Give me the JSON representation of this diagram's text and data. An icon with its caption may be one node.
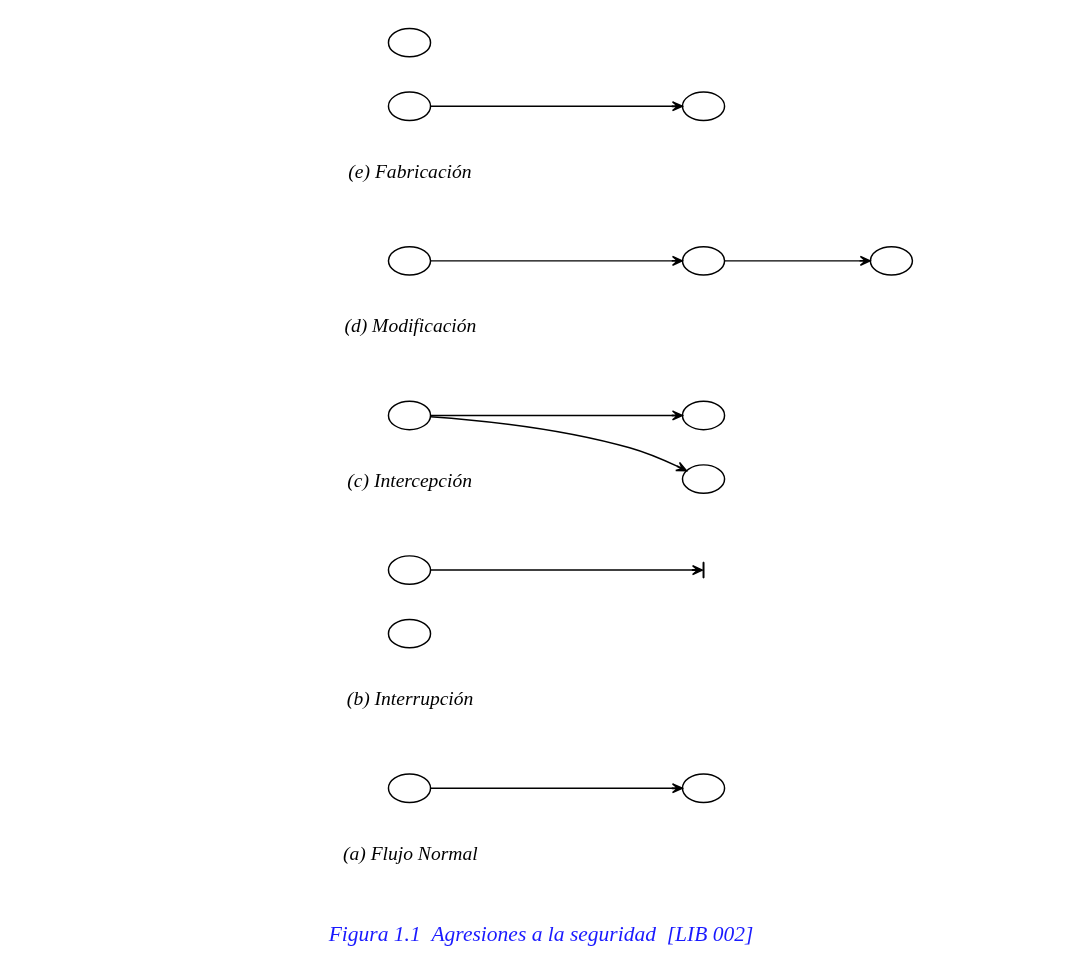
{
  "diagram": {
    "caption": "Figura 1.1  Agresiones a la seguridad  [LIB 002]",
    "nodes": [
      {
        "text": [],
        "shape": "circle"
      },
      {
        "text": [],
        "shape": "circle"
      },
      {
        "text": [],
        "shape": "circle"
      },
      {
        "text": [],
        "shape": "circle"
      },
      {
        "text": [],
        "shape": "circle"
      },
      {
        "text": [],
        "shape": "circle"
      },
      {
        "text": [],
        "shape": "circle"
      },
      {
        "text": [],
        "shape": "circle"
      },
      {
        "text": [],
        "shape": "circle"
      },
      {
        "text": [],
        "shape": "circle"
      },
      {
        "text": [],
        "shape": "circle"
      },
      {
        "text": [],
        "shape": "circle"
      },
      {
        "text": [],
        "shape": "circle"
      }
    ],
    "edges": [
      {
        "from": 0,
        "to": 1,
        "arrow": "to"
      },
      {
        "from": 2,
        "to": null,
        "arrow": "to"
      },
      {
        "from": 4,
        "to": 5,
        "arrow": "to"
      },
      {
        "from": 4,
        "to": 6,
        "arrow": "to"
      },
      {
        "from": 7,
        "to": 8,
        "arrow": "to"
      },
      {
        "from": 8,
        "to": 9,
        "arrow": "to"
      },
      {
        "from": 12,
        "to": 11,
        "arrow": "to"
      }
    ],
    "labels": [
      "(a) Flujo Normal",
      "(b) Interrupción",
      "(c) Intercepción",
      "(d) Modificación",
      "(e) Fabricación"
    ]
  }
}
